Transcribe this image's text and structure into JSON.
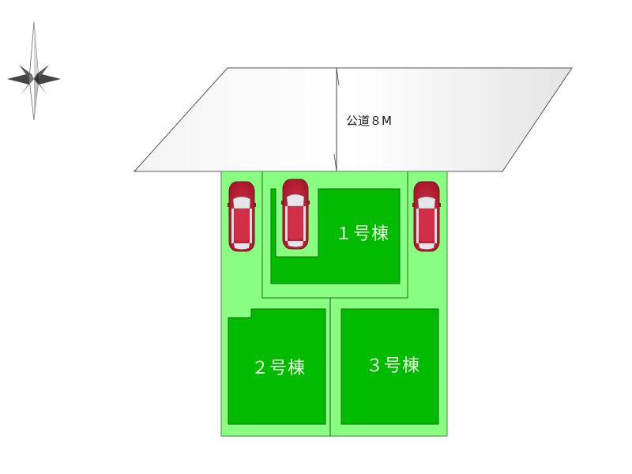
{
  "diagram": {
    "type": "site-plan",
    "compass": {
      "icon": "compass-rose-icon",
      "direction": "north-up"
    },
    "road": {
      "label": "公道８M",
      "fill": "#f0f0f0",
      "outline": "#555555"
    },
    "lot": {
      "fill": "#88ff80",
      "outline": "#3a8a3a"
    },
    "buildings": [
      {
        "id": "1",
        "label": "１号棟",
        "fill": "#00bb00"
      },
      {
        "id": "2",
        "label": "２号棟",
        "fill": "#00bb00"
      },
      {
        "id": "3",
        "label": "３号棟",
        "fill": "#00bb00"
      }
    ],
    "parking": [
      {
        "id": "car-left",
        "icon": "car-icon",
        "color": "#c8324a"
      },
      {
        "id": "car-center",
        "icon": "car-icon",
        "color": "#c8324a"
      },
      {
        "id": "car-right",
        "icon": "car-icon",
        "color": "#c8324a"
      }
    ]
  }
}
